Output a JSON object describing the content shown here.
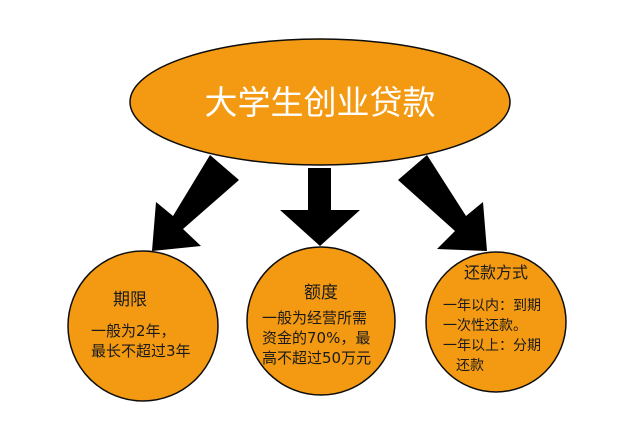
{
  "title": "大学生创业贷款",
  "colors": {
    "fill": "#F39A12",
    "stroke": "#0D0D0D",
    "arrow": "#000000",
    "title_text": "#FFFFFF",
    "node_text": "#1A1A1A",
    "background": "#FFFFFF"
  },
  "nodes": [
    {
      "heading": "期限",
      "lines": [
        "一般为2年，",
        "最长不超过3年"
      ]
    },
    {
      "heading": "额度",
      "lines": [
        "一般为经营所需",
        "资金的70%，最",
        "高不超过50万元"
      ]
    },
    {
      "heading": "还款方式",
      "lines": [
        "一年以内：到期",
        "一次性还款。",
        "一年以上：分期",
        "还款"
      ]
    }
  ]
}
